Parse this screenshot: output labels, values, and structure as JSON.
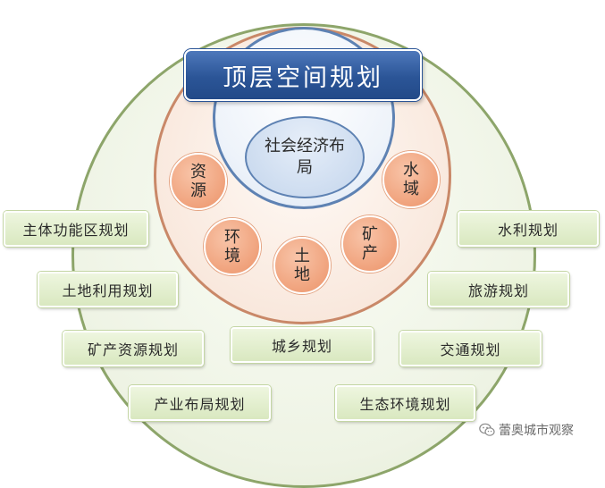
{
  "title": "顶层空间规划",
  "core": "社会经济布局",
  "resources": [
    "资源",
    "水域",
    "环境",
    "土地",
    "矿产"
  ],
  "plans": {
    "main_function": "主体功能区规划",
    "water_conservancy": "水利规划",
    "land_use": "土地利用规划",
    "tourism": "旅游规划",
    "mineral": "矿产资源规划",
    "urban_rural": "城乡规划",
    "transport": "交通规划",
    "industry": "产业布局规划",
    "ecology": "生态环境规划"
  },
  "watermark": "蕾奥城市观察",
  "colors": {
    "outer_ring": "#8da56a",
    "middle_ring": "#c98868",
    "inner_ring": "#5e82b3",
    "title_fill": "#2b5597",
    "node_fill": "#f0a27c",
    "plan_fill": "#d9e8c0"
  }
}
